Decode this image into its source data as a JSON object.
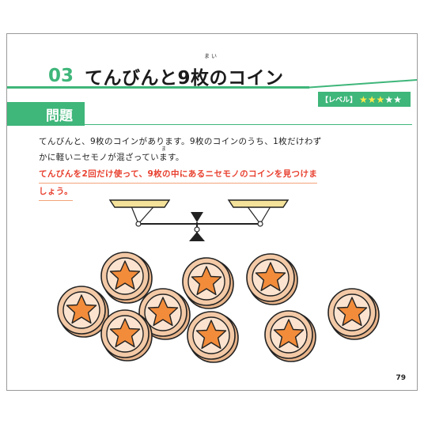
{
  "header": {
    "number": "03",
    "title": "てんびんと9枚のコイン",
    "title_ruby": "まい"
  },
  "level": {
    "label": "【レベル】",
    "stars": [
      {
        "glyph": "★",
        "color": "#ffe94a"
      },
      {
        "glyph": "★",
        "color": "#ffe94a"
      },
      {
        "glyph": "★",
        "color": "#ffe94a"
      },
      {
        "glyph": "★",
        "color": "#ffffff"
      },
      {
        "glyph": "★",
        "color": "#ffffff"
      }
    ]
  },
  "section": {
    "label": "問題"
  },
  "problem": {
    "line1": "てんびんと、9枚のコインがあります。9枚のコインのうち、1枚だけわず",
    "line2": "かに軽いニセモノが混ざっています。",
    "ruby_mazatte": "ま"
  },
  "task": {
    "line1": "てんびんを2回だけ使って、9枚の中にあるニセモノのコインを見つけま",
    "line2": "しょう。"
  },
  "illustration": {
    "scale_icon": "balance-scale-icon",
    "coin_icon": "star-coin-icon",
    "coin_count": 9,
    "colors": {
      "coin_fill": "#f3c9a6",
      "star_fill": "#f28c3b",
      "outline": "#222222",
      "pan": "#f4e29a"
    }
  },
  "page_number": "79",
  "colors": {
    "accent": "#3fb67a",
    "highlight": "#e8402f"
  }
}
